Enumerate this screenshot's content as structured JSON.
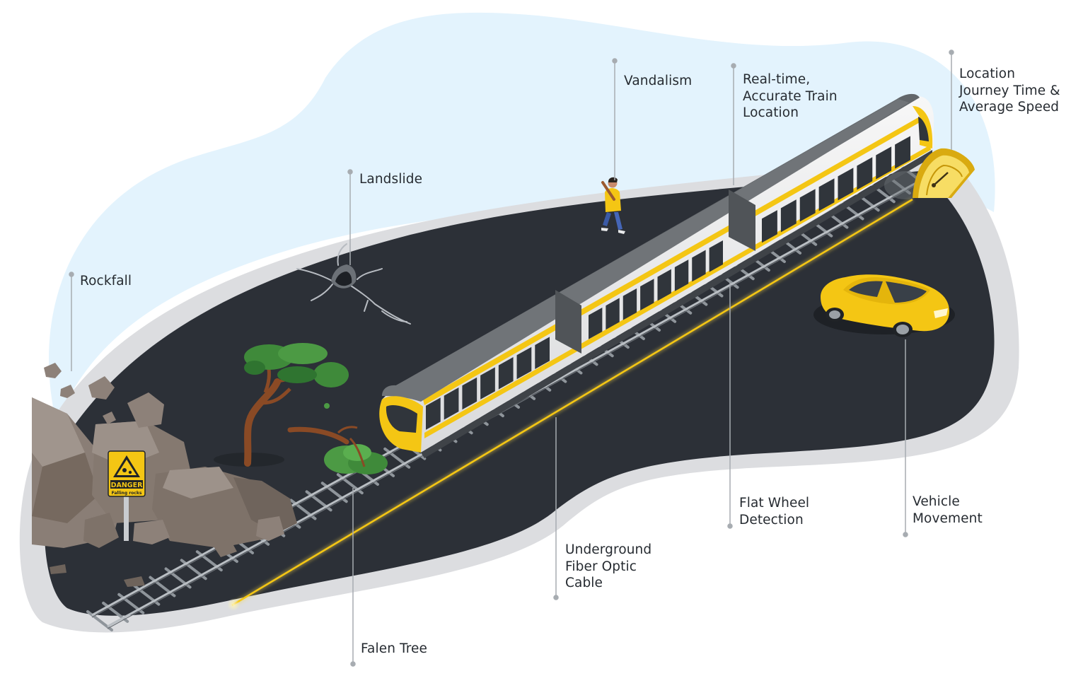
{
  "labels": {
    "rockfall": "Rockfall",
    "landslide": "Landslide",
    "vandalism": "Vandalism",
    "train_location": "Real-time,\nAccurate Train\nLocation",
    "journey_time": "Location\nJourney Time &\nAverage Speed",
    "fallen_tree": "Falen Tree",
    "fiber_cable": "Underground\nFiber Optic\nCable",
    "flat_wheel": "Flat Wheel\nDetection",
    "vehicle_movement": "Vehicle\nMovement"
  },
  "sign": {
    "title": "DANGER",
    "subtitle": "Falling rocks"
  },
  "colors": {
    "sky": "#e3f3fd",
    "ground": "#2c3037",
    "rim": "#dcdde0",
    "accent_yellow": "#f4c614",
    "train_roof": "#62666a",
    "rock": "#7b6e66",
    "tree_green": "#3f8a3a",
    "leader_line": "#a7acb1"
  },
  "icons": {
    "sign": "warning-sign-icon",
    "speed_gauge": "speedometer-icon"
  }
}
